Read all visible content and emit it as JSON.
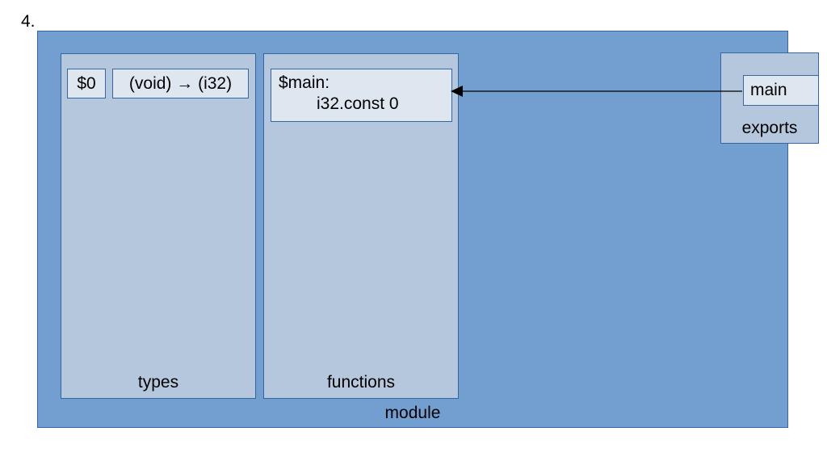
{
  "step": {
    "number": "4."
  },
  "module": {
    "label": "module",
    "fill_color": "#729fcf",
    "border_color": "#3465a4"
  },
  "types": {
    "label": "types",
    "entries": [
      {
        "index": "$0",
        "signature": "(void) → (i32)"
      }
    ]
  },
  "functions": {
    "label": "functions",
    "entries": [
      {
        "name": "$main:",
        "body": "i32.const 0"
      }
    ]
  },
  "exports": {
    "label": "exports",
    "entries": [
      {
        "name": "main"
      }
    ]
  },
  "colors": {
    "section_fill": "#b4c7dc",
    "entry_fill": "#dee6ef",
    "arrow": "#000000"
  }
}
